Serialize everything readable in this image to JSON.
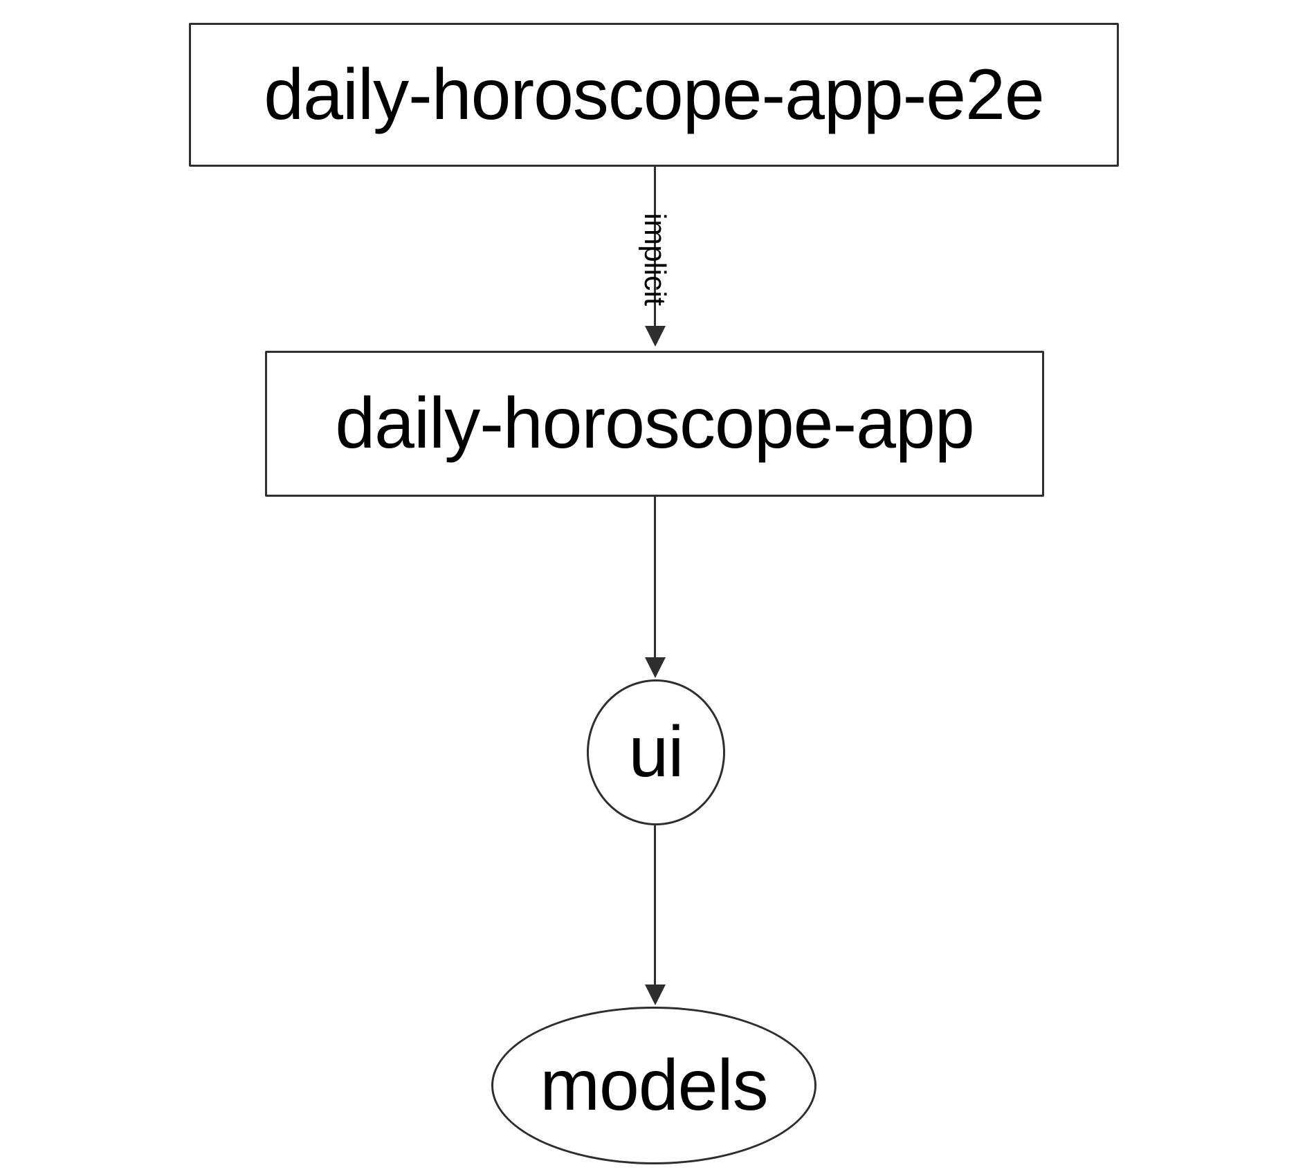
{
  "diagram": {
    "kind": "project-dependency-graph",
    "background_color": "#ffffff",
    "stroke_color": "#2e2e2e",
    "text_color": "#000000",
    "nodes": [
      {
        "id": "daily-horoscope-app-e2e",
        "label": "daily-horoscope-app-e2e",
        "shape": "rectangle"
      },
      {
        "id": "daily-horoscope-app",
        "label": "daily-horoscope-app",
        "shape": "rectangle"
      },
      {
        "id": "ui",
        "label": "ui",
        "shape": "ellipse"
      },
      {
        "id": "models",
        "label": "models",
        "shape": "ellipse"
      }
    ],
    "edges": [
      {
        "from": "daily-horoscope-app-e2e",
        "to": "daily-horoscope-app",
        "label": "implicit",
        "style": "solid",
        "direction": "down"
      },
      {
        "from": "daily-horoscope-app",
        "to": "ui",
        "label": "",
        "style": "solid",
        "direction": "down"
      },
      {
        "from": "ui",
        "to": "models",
        "label": "",
        "style": "solid",
        "direction": "down"
      }
    ]
  }
}
